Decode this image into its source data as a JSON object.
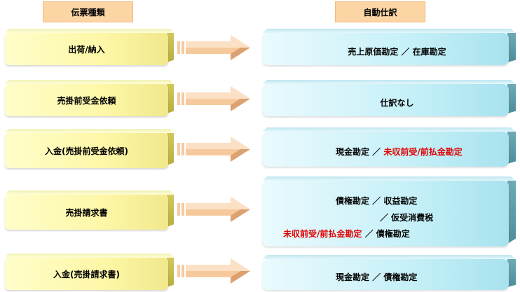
{
  "headers": {
    "left": "伝票種類",
    "right": "自動仕訳"
  },
  "rows": [
    {
      "doc": "出荷/納入",
      "lines": [
        [
          {
            "t": "売上原価勘定 ／ 在庫勘定",
            "red": false
          }
        ]
      ]
    },
    {
      "doc": "売掛前受金依頼",
      "lines": [
        [
          {
            "t": "仕訳なし",
            "red": false
          }
        ]
      ]
    },
    {
      "doc": "入金(売掛前受金依頼)",
      "lines": [
        [
          {
            "t": "現金勘定 ／ ",
            "red": false
          },
          {
            "t": "未収前受/前払金勘定",
            "red": true
          }
        ]
      ]
    },
    {
      "doc": "売掛請求書",
      "lines": [
        [
          {
            "t": "債権勘定 ／ 収益勘定",
            "red": false
          }
        ],
        [
          {
            "t": "／ 仮受消費税",
            "red": false
          }
        ],
        [
          {
            "t": "未収前受/前払金勘定",
            "red": true
          },
          {
            "t": " ／ 債権勘定",
            "red": false
          }
        ]
      ]
    },
    {
      "doc": "入金(売掛請求書)",
      "lines": [
        [
          {
            "t": "現金勘定 ／ 債権勘定",
            "red": false
          }
        ]
      ]
    }
  ],
  "colors": {
    "red_text": "#e00000",
    "header_fill": "#fcd5a5",
    "left_box": "#fdf7a7",
    "right_box": "#c6f0f8"
  }
}
